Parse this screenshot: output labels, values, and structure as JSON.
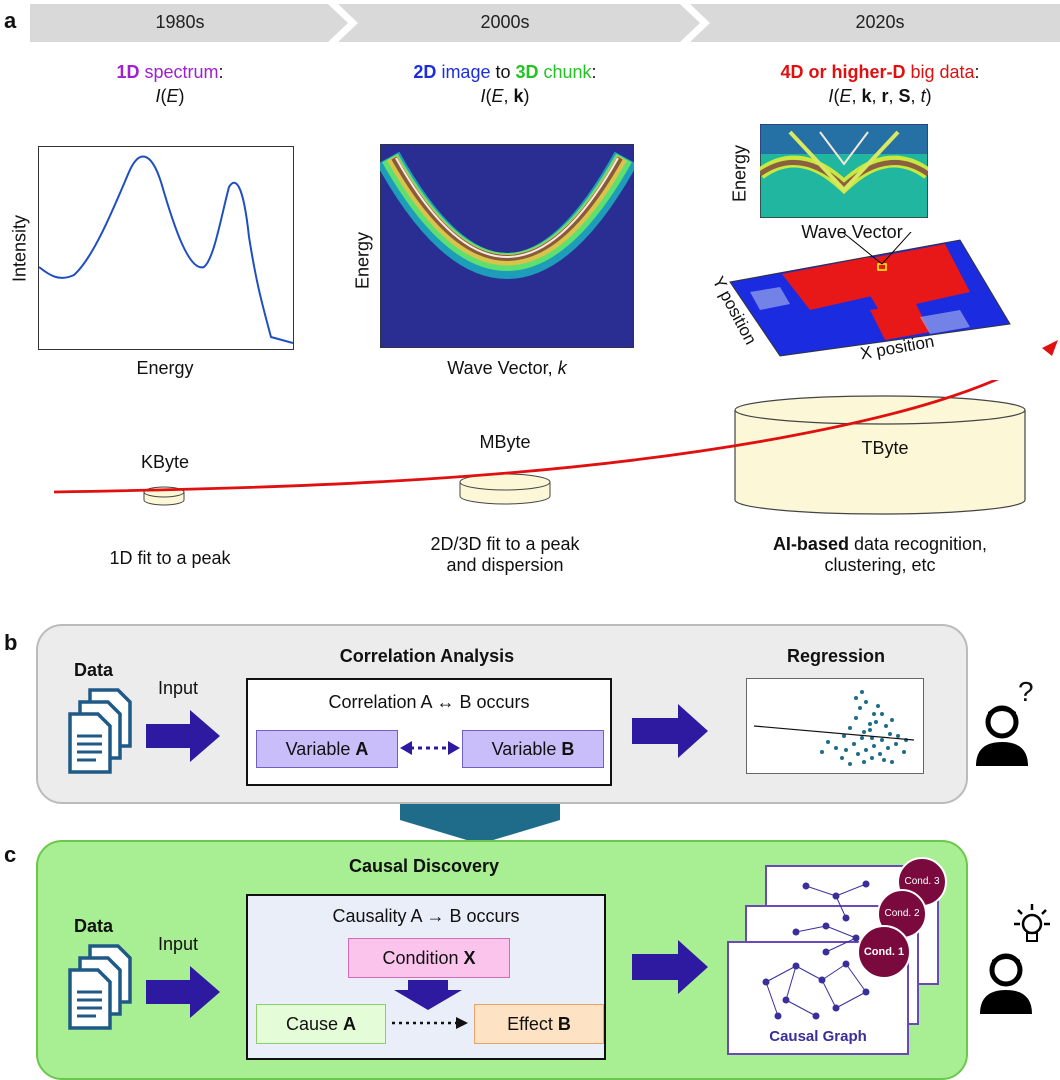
{
  "panel_labels": {
    "a": "a",
    "b": "b",
    "c": "c"
  },
  "eras": [
    "1980s",
    "2000s",
    "2020s"
  ],
  "col1": {
    "title_1d": "1D",
    "title_rest": " spectrum",
    "colon": ":",
    "formula_I": "I",
    "formula_rest": "(",
    "formula_E": "E",
    "formula_close": ")",
    "ylabel": "Intensity",
    "xlabel": "Energy",
    "size": "KByte",
    "method": "1D fit to a peak"
  },
  "col2": {
    "t_2d": "2D",
    "t_image": " image",
    "t_to": " to ",
    "t_3d": "3D",
    "t_chunk": " chunk",
    "t_colon": ":",
    "f_I": "I",
    "f_open": "(",
    "f_E": "E",
    "f_comma": ", ",
    "f_k": "k",
    "f_close": ")",
    "ylabel": "Energy",
    "xlabel_main": "Wave Vector, ",
    "xlabel_k": "k",
    "size": "MByte",
    "method_line1": "2D/3D fit to a peak",
    "method_line2": "and dispersion"
  },
  "col3": {
    "t_red": "4D or higher-D",
    "t_rest": " big data",
    "t_colon": ":",
    "f_I": "I",
    "f_open": "(",
    "f_E": "E",
    "f_c1": ", ",
    "f_k": "k",
    "f_c2": ", ",
    "f_r": "r",
    "f_c3": ", ",
    "f_S": "S",
    "f_c4": ", ",
    "f_t": "t",
    "f_close": ")",
    "inset_ylabel": "Energy",
    "inset_xlabel": "Wave Vector",
    "x_pos": "X position",
    "y_pos": "Y position",
    "size": "TByte",
    "method_bold": "AI-based",
    "method_rest": " data recognition,",
    "method_line2": "clustering, etc"
  },
  "panel_b": {
    "data_label": "Data",
    "input_label": "Input",
    "header": "Correlation Analysis",
    "statement": "Correlation A ↔ B occurs",
    "var_a_prefix": "Variable ",
    "var_a_letter": "A",
    "var_b_prefix": "Variable ",
    "var_b_letter": "B",
    "regression_header": "Regression",
    "question": "?"
  },
  "panel_c": {
    "data_label": "Data",
    "input_label": "Input",
    "header": "Causal Discovery",
    "statement": "Causality A → B occurs",
    "cond_prefix": "Condition ",
    "cond_letter": "X",
    "cause_prefix": "Cause ",
    "cause_letter": "A",
    "effect_prefix": "Effect ",
    "effect_letter": "B",
    "graph_label": "Causal Graph",
    "cond_badges": [
      "Cond. 1",
      "Cond. 2",
      "Cond. 3"
    ]
  },
  "colors": {
    "purple": "#a020d0",
    "blue": "#1a2ee0",
    "green": "#22c322",
    "red": "#e01010",
    "arrow_navy": "#2d1aa0",
    "teal_down": "#1f6b8a",
    "badge": "#7a0a3e"
  },
  "icons": [
    "document-stack-icon",
    "person-icon",
    "lightbulb-icon",
    "question-mark"
  ]
}
